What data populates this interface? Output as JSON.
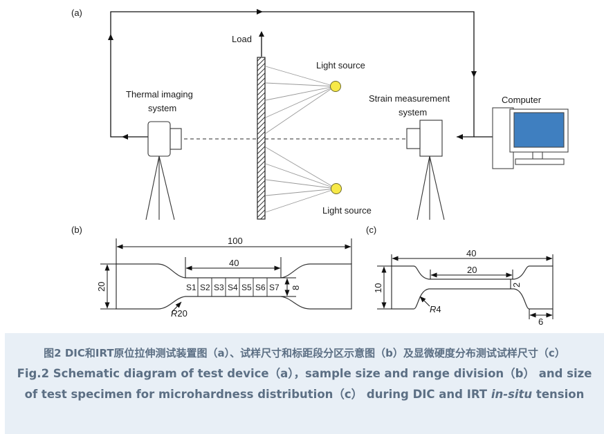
{
  "panel_labels": {
    "a": "(a)",
    "b": "(b)",
    "c": "(c)"
  },
  "setup": {
    "load": "Load",
    "light_source_top": "Light source",
    "light_source_bottom": "Light source",
    "thermal_line1": "Thermal imaging",
    "thermal_line2": "system",
    "strain_line1": "Strain measurement",
    "strain_line2": "system",
    "computer": "Computer"
  },
  "specimen_b": {
    "total_length": "100",
    "gauge_length": "40",
    "width": "20",
    "gauge_width": "8",
    "radius_prefix": "R",
    "radius_value": "20",
    "segments": [
      "S1",
      "S2",
      "S3",
      "S4",
      "S5",
      "S6",
      "S7"
    ]
  },
  "specimen_c": {
    "total_length": "40",
    "gauge_length": "20",
    "width": "10",
    "gauge_width": "2",
    "grip_length": "6",
    "radius_prefix": "R",
    "radius_value": "4"
  },
  "caption": {
    "cn": "图2 DIC和IRT原位拉伸测试装置图（a）、试样尺寸和标距段分区示意图（b）及显微硬度分布测试试样尺寸（c）",
    "en_line1": "Fig.2 Schematic diagram of test device（a），sample size and range division（b） and size",
    "en_line2_pre": "of test specimen for microhardness distribution（c） during DIC and IRT ",
    "en_line2_em": "in-situ",
    "en_line2_post": " tension"
  },
  "colors": {
    "light_bulb": "#f7e948",
    "screen": "#3f7fc0",
    "caption_bg": "#e8eff6",
    "caption_text": "#5c6f84"
  }
}
